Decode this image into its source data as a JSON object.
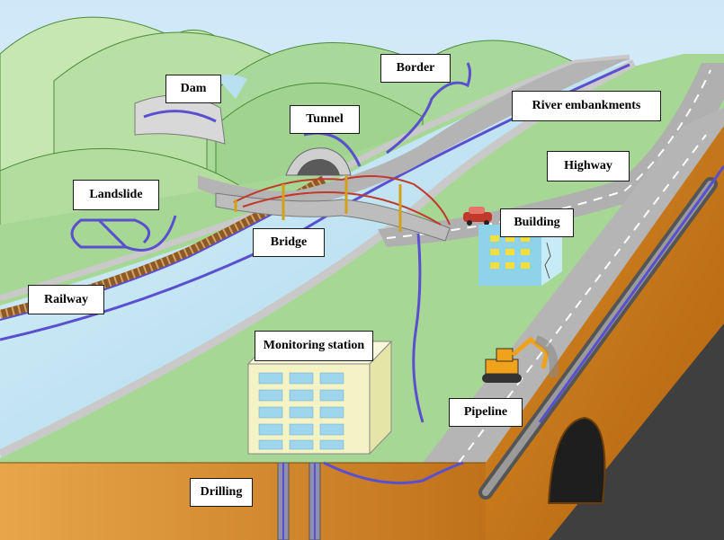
{
  "labels": {
    "dam": "Dam",
    "border": "Border",
    "tunnel": "Tunnel",
    "river_embankments": "River embankments",
    "landslide": "Landslide",
    "highway": "Highway",
    "building": "Building",
    "bridge": "Bridge",
    "railway": "Railway",
    "monitoring_station": "Monitoring station",
    "pipeline": "Pipeline",
    "drilling": "Drilling"
  },
  "colors": {
    "sky": "#dff0fb",
    "hill_light": "#c9e8b6",
    "hill_dark": "#a9d99a",
    "ground": "#9fd38f",
    "river": "#b9e0f0",
    "road": "#a9a9a9",
    "soil": "#c97a1a",
    "soil_light": "#e6a24a",
    "rock": "#444444",
    "fiber": "#5a4fcf",
    "building": "#f2f2c8",
    "window": "#9ed6ee"
  }
}
